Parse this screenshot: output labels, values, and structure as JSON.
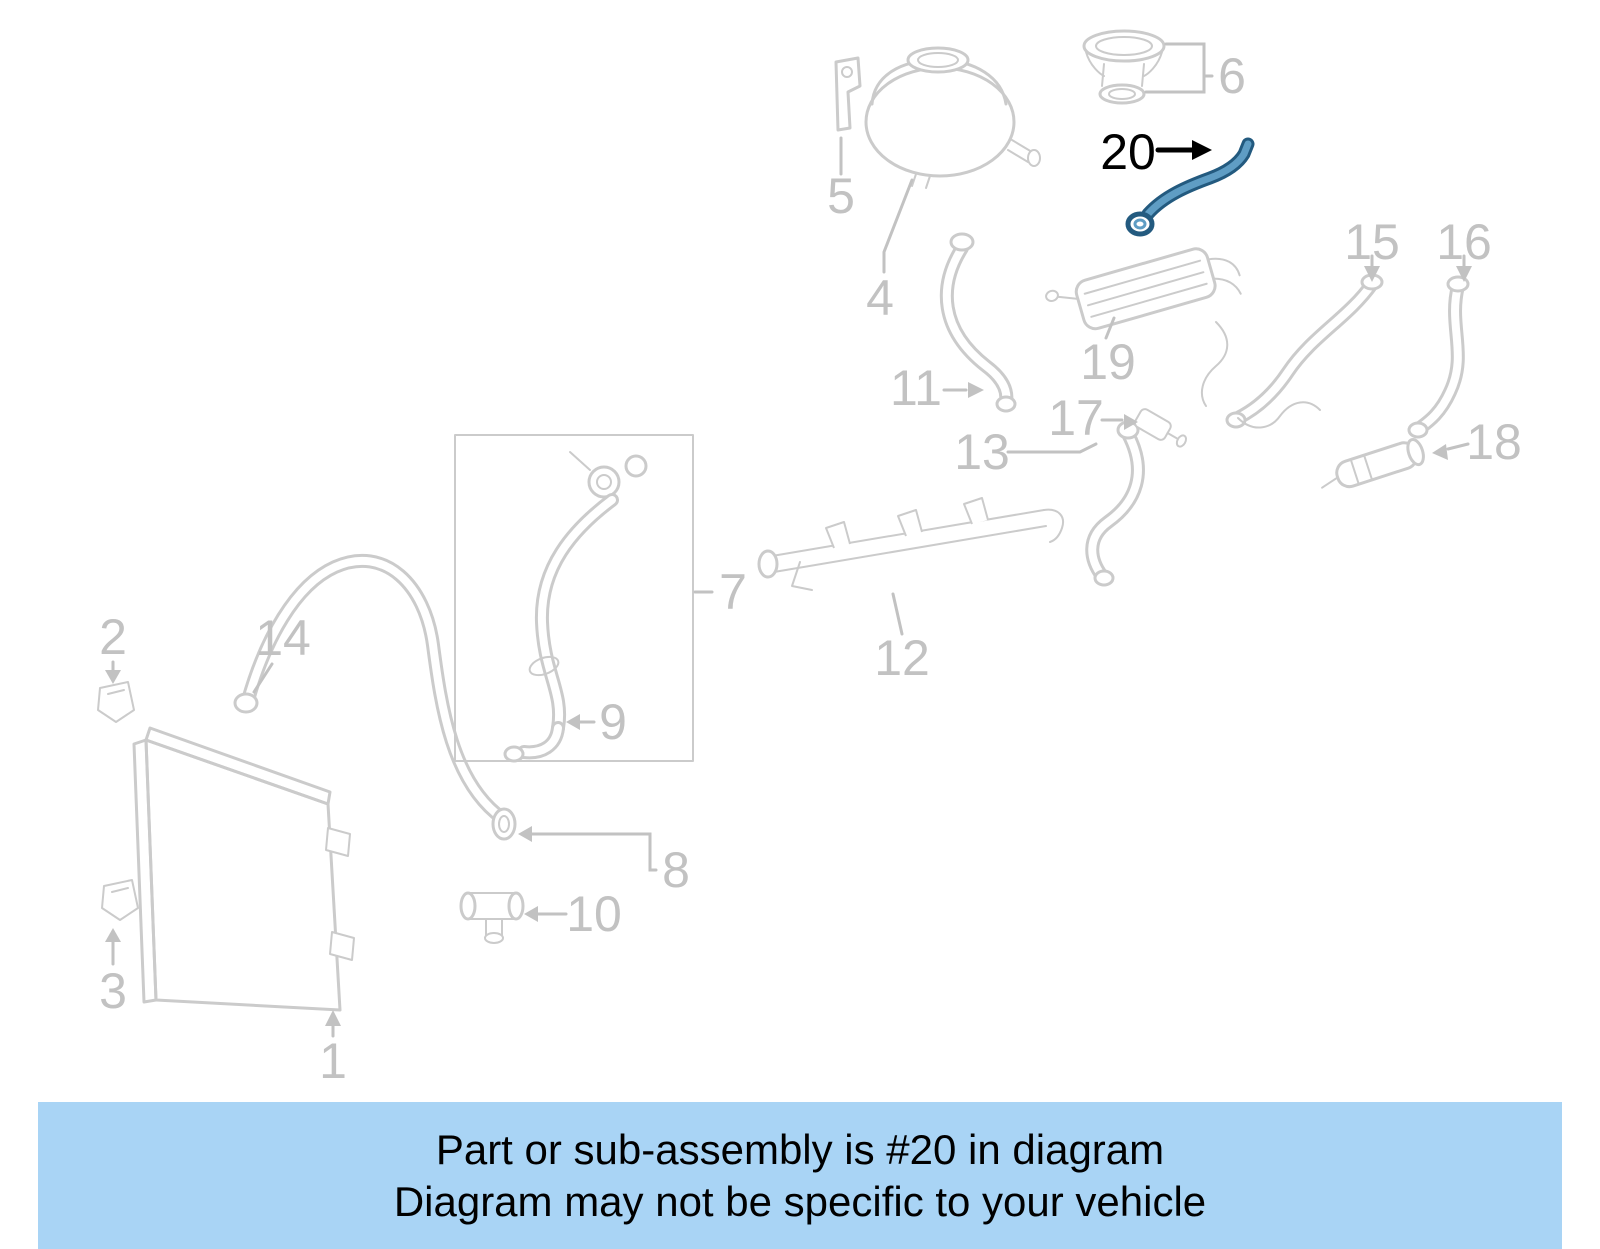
{
  "colors": {
    "line-gray": "#cbcbcb",
    "label-gray": "#c2c2c2",
    "highlight-fill": "#5f9dc4",
    "highlight-outline": "#235a7f",
    "banner-bg": "#a9d4f5",
    "banner-text": "#000000"
  },
  "highlighted_part": "20",
  "parts": {
    "p1": "1",
    "p2": "2",
    "p3": "3",
    "p4": "4",
    "p5": "5",
    "p6": "6",
    "p7": "7",
    "p8": "8",
    "p9": "9",
    "p10": "10",
    "p11": "11",
    "p12": "12",
    "p13": "13",
    "p14": "14",
    "p15": "15",
    "p16": "16",
    "p17": "17",
    "p18": "18",
    "p19": "19",
    "p20": "20"
  },
  "banner": {
    "line1": "Part or sub-assembly is #20 in diagram",
    "line2": "Diagram may not be specific to your vehicle"
  }
}
